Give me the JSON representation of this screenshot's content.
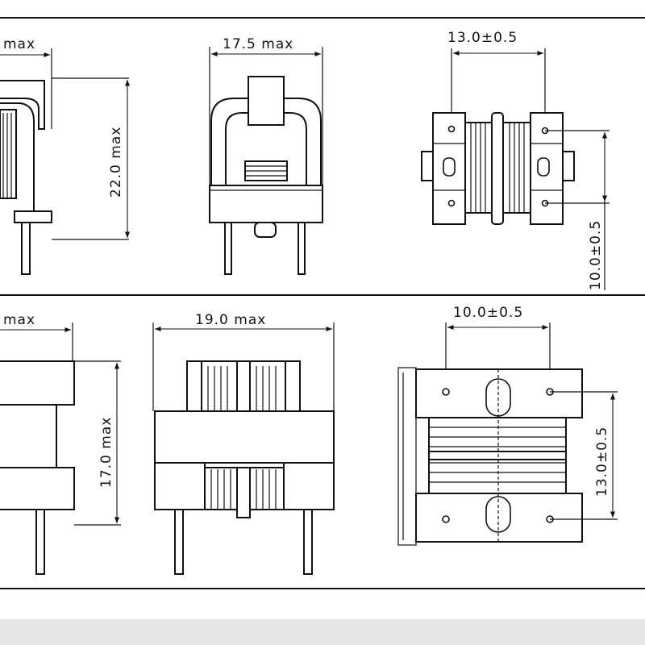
{
  "top_row": {
    "side_view_width": "max",
    "front_view_width": "17.5 max",
    "height": "22.0 max",
    "top_view_pin_spacing_x": "13.0±0.5",
    "top_view_pin_spacing_y": "10.0±0.5"
  },
  "bottom_row": {
    "side_view_width": "max",
    "front_view_width": "19.0 max",
    "height": "17.0 max",
    "top_view_pin_spacing_x": "10.0±0.5",
    "top_view_pin_spacing_y": "13.0±0.5"
  },
  "colors": {
    "line": "#111111",
    "background": "#ffffff",
    "footer_band": "#e6e6e6"
  }
}
